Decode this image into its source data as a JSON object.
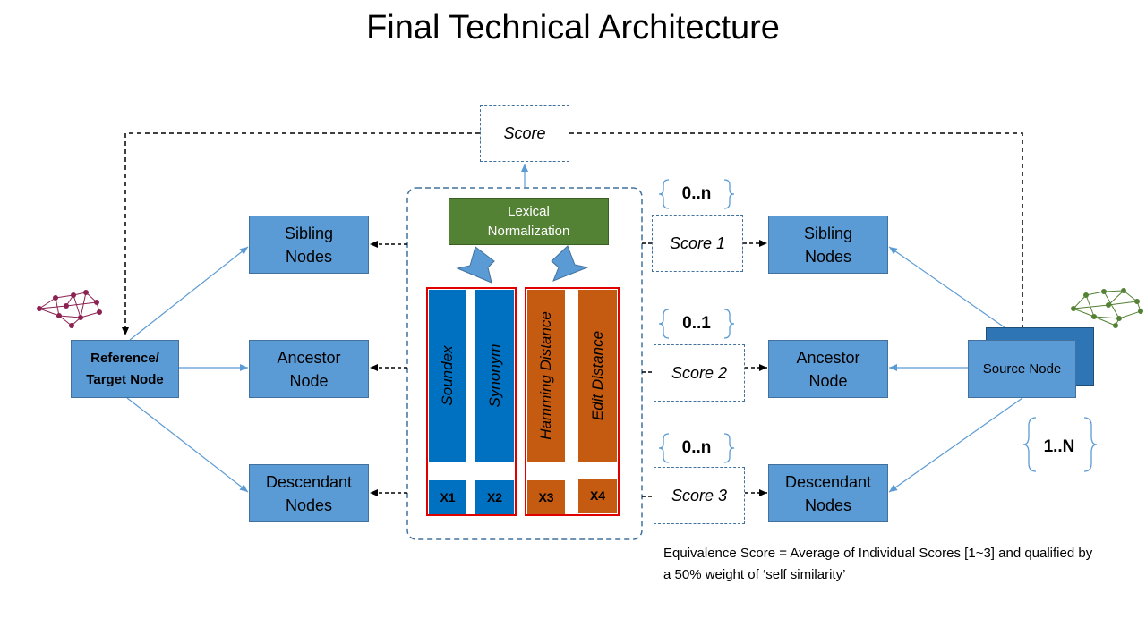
{
  "title": "Final Technical Architecture",
  "score_top": "Score",
  "reference_node": "Reference/\nTarget Node",
  "source_node": "Source Node",
  "left_nodes": {
    "sibling": "Sibling\nNodes",
    "ancestor": "Ancestor\nNode",
    "descendant": "Descendant\nNodes"
  },
  "right_nodes": {
    "sibling": "Sibling\nNodes",
    "ancestor": "Ancestor\nNode",
    "descendant": "Descendant\nNodes"
  },
  "lexical": "Lexical\nNormalization",
  "algorithms": {
    "soundex": "Soundex",
    "synonym": "Synonym",
    "hamming": "Hamming Distance",
    "edit": "Edit Distance"
  },
  "outputs": {
    "x1": "X1",
    "x2": "X2",
    "x3": "X3",
    "x4": "X4"
  },
  "scores": {
    "s1": "Score 1",
    "s2": "Score 2",
    "s3": "Score 3"
  },
  "ranges": {
    "r1": "0..n",
    "r2": "0..1",
    "r3": "0..n",
    "source": "1..N"
  },
  "note": "Equivalence Score = Average of Individual Scores [1~3] and qualified by a 50% weight of ‘self similarity’",
  "colors": {
    "node_blue": "#5b9bd5",
    "algo_blue": "#0070c0",
    "algo_orange": "#c55a11",
    "lexical_green": "#548235",
    "group_border_red": "#e00000",
    "dashed_border": "#41719c",
    "arrow_light_blue": "#5b9bd5",
    "network_left": "#8b2252",
    "network_right": "#548235"
  }
}
